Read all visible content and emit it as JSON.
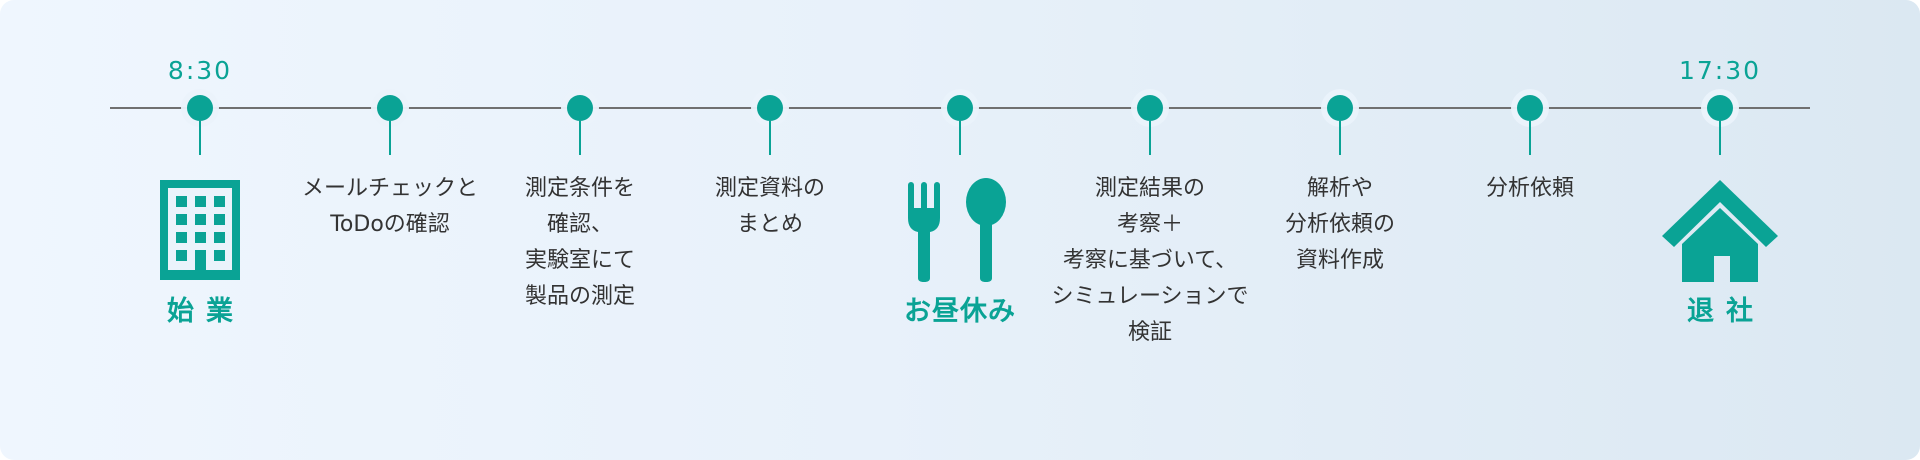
{
  "timeline": {
    "start": {
      "time": "8:30",
      "label": "始業",
      "icon": "office-building-icon"
    },
    "steps": [
      {
        "text": "メールチェックと\nToDoの確認"
      },
      {
        "text": "測定条件を\n確認、\n実験室にて\n製品の測定"
      },
      {
        "text": "測定資料の\nまとめ"
      }
    ],
    "lunch": {
      "label": "お昼休み",
      "icon": "fork-spoon-icon"
    },
    "steps_after": [
      {
        "text": "測定結果の\n考察＋\n考察に基づいて、\nシミュレーションで\n検証"
      },
      {
        "text": "解析や\n分析依頼の\n資料作成"
      },
      {
        "text": "分析依頼"
      }
    ],
    "end": {
      "time": "17:30",
      "label": "退社",
      "icon": "home-icon"
    },
    "colors": {
      "accent": "#0aa395",
      "line": "#707070",
      "text": "#333333"
    }
  }
}
